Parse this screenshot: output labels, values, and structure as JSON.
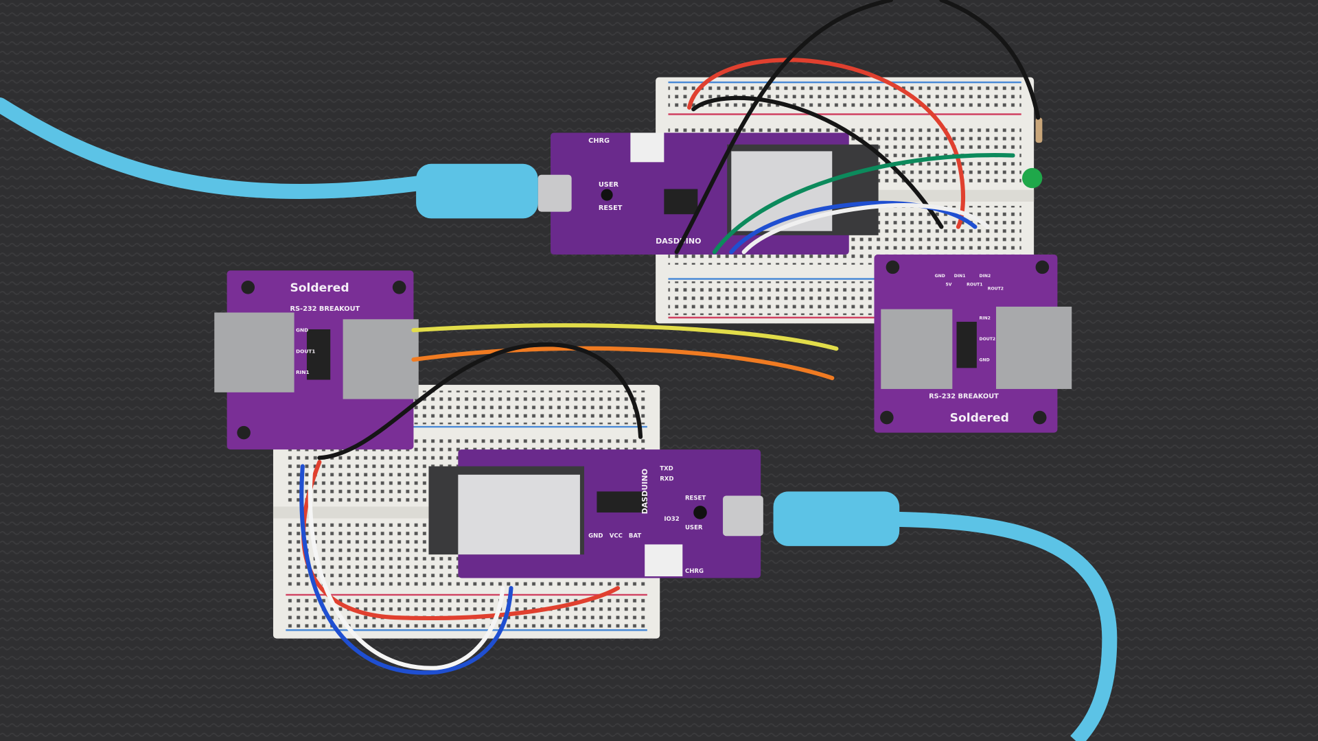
{
  "scene": {
    "breakout_left": {
      "brand": "Soldered",
      "title": "RS-232 BREAKOUT",
      "pins": [
        "GND",
        "DOUT1",
        "RIN1"
      ]
    },
    "breakout_right": {
      "brand": "Soldered",
      "title": "RS-232 BREAKOUT",
      "pins": [
        "GND",
        "5V",
        "DIN1",
        "ROUT1",
        "DIN2",
        "ROUT2"
      ],
      "side_pins": [
        "RIN2",
        "DOUT2",
        "GND"
      ]
    },
    "board_top": {
      "name": "DASDUINO",
      "labels": [
        "CHRG",
        "USER",
        "RESET"
      ]
    },
    "board_bottom": {
      "name": "DASDUINO",
      "labels": [
        "TXD",
        "RXD",
        "RESET",
        "USER",
        "IO32",
        "CHRG",
        "GND",
        "VCC",
        "BAT"
      ]
    },
    "colors": {
      "background": "#2e2e30",
      "pcb": "#6a2a8c",
      "breadboard": "#ecebe6",
      "cable": "#5cc3e6"
    }
  }
}
